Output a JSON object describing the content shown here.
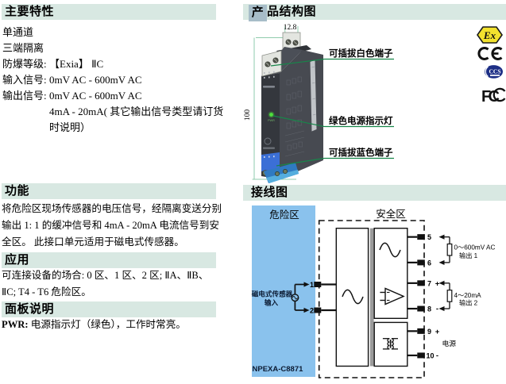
{
  "colors": {
    "section_bar": "#d8e8e2",
    "first_char_box": "#a7bdc8",
    "hazard_blue": "#8ac2ed",
    "callout_green": "#17874a",
    "dim_green": "#8fcbac",
    "led_green": "#4ee03c",
    "atex_yellow": "#f2e22e",
    "ccs_navy": "#1d2f86",
    "device_body": "#474a51",
    "device_front": "#34373d",
    "terminal_blue": "#3b6fd6"
  },
  "features": {
    "title": "主要特性",
    "rows": [
      {
        "label": "单通道",
        "value": ""
      },
      {
        "label": "三端隔离",
        "value": ""
      },
      {
        "label": "防爆等级:",
        "value": "【Exia】 ⅡC"
      },
      {
        "label": "输入信号:",
        "value": "0mV AC - 600mV AC"
      },
      {
        "label": "输出信号:",
        "value": "0mV AC - 600mV AC"
      },
      {
        "label": "",
        "value": "4mA - 20mA( 其它输出信号类型请订货"
      },
      {
        "label": "",
        "value": "时说明）"
      }
    ]
  },
  "function": {
    "title": "功能",
    "lines": [
      "将危险区现场传感器的电压信号，经隔离变送分别",
      "输出 1: 1 的缓冲信号和 4mA - 20mA 电流信号到安",
      "全区。 此接口单元适用于磁电式传感器。"
    ]
  },
  "application": {
    "title": "应用",
    "lines": [
      "可连接设备的场合: 0 区、1 区、2 区; ⅡA、ⅡB、",
      "ⅡC; T4 - T6 危险区。"
    ]
  },
  "panel": {
    "title": "面板说明",
    "label": "PWR:",
    "text": "电源指示灯（绿色），工作时常亮。"
  },
  "structure": {
    "title_first": "产",
    "title_rest": "品结构图",
    "width_dim": "12.8",
    "height_dim": "100",
    "callout_white_terminal": "可插拔白色端子",
    "callout_led": "绿色电源指示灯",
    "callout_blue_terminal": "可插拔蓝色端子",
    "device_led_label": "PWR",
    "cert": {
      "atex": "Ex",
      "ce_c": "C",
      "ce_e": "E",
      "ccs": "CCS",
      "fcc_f": "F",
      "fcc_c": "C"
    }
  },
  "wiring": {
    "title": "接线图",
    "hazard_zone": "危险区",
    "safe_zone": "安全区",
    "sensor_line1": "磁电式传感器",
    "sensor_line2": "输入",
    "model": "NPEXA-C8871",
    "terminal_1": "1",
    "terminal_2": "2",
    "terminal_5": "5",
    "terminal_6": "6",
    "terminal_7": "7",
    "terminal_8": "8",
    "terminal_9": "9",
    "terminal_10": "10",
    "sign_7": "+",
    "sign_8": "-",
    "sign_9": "+",
    "sign_10": "-",
    "out1_label1": "0～600mV AC",
    "out1_label2": "输出 1",
    "out2_label1": "4～20mA",
    "out2_label2": "输出 2",
    "power_label": "电源"
  }
}
